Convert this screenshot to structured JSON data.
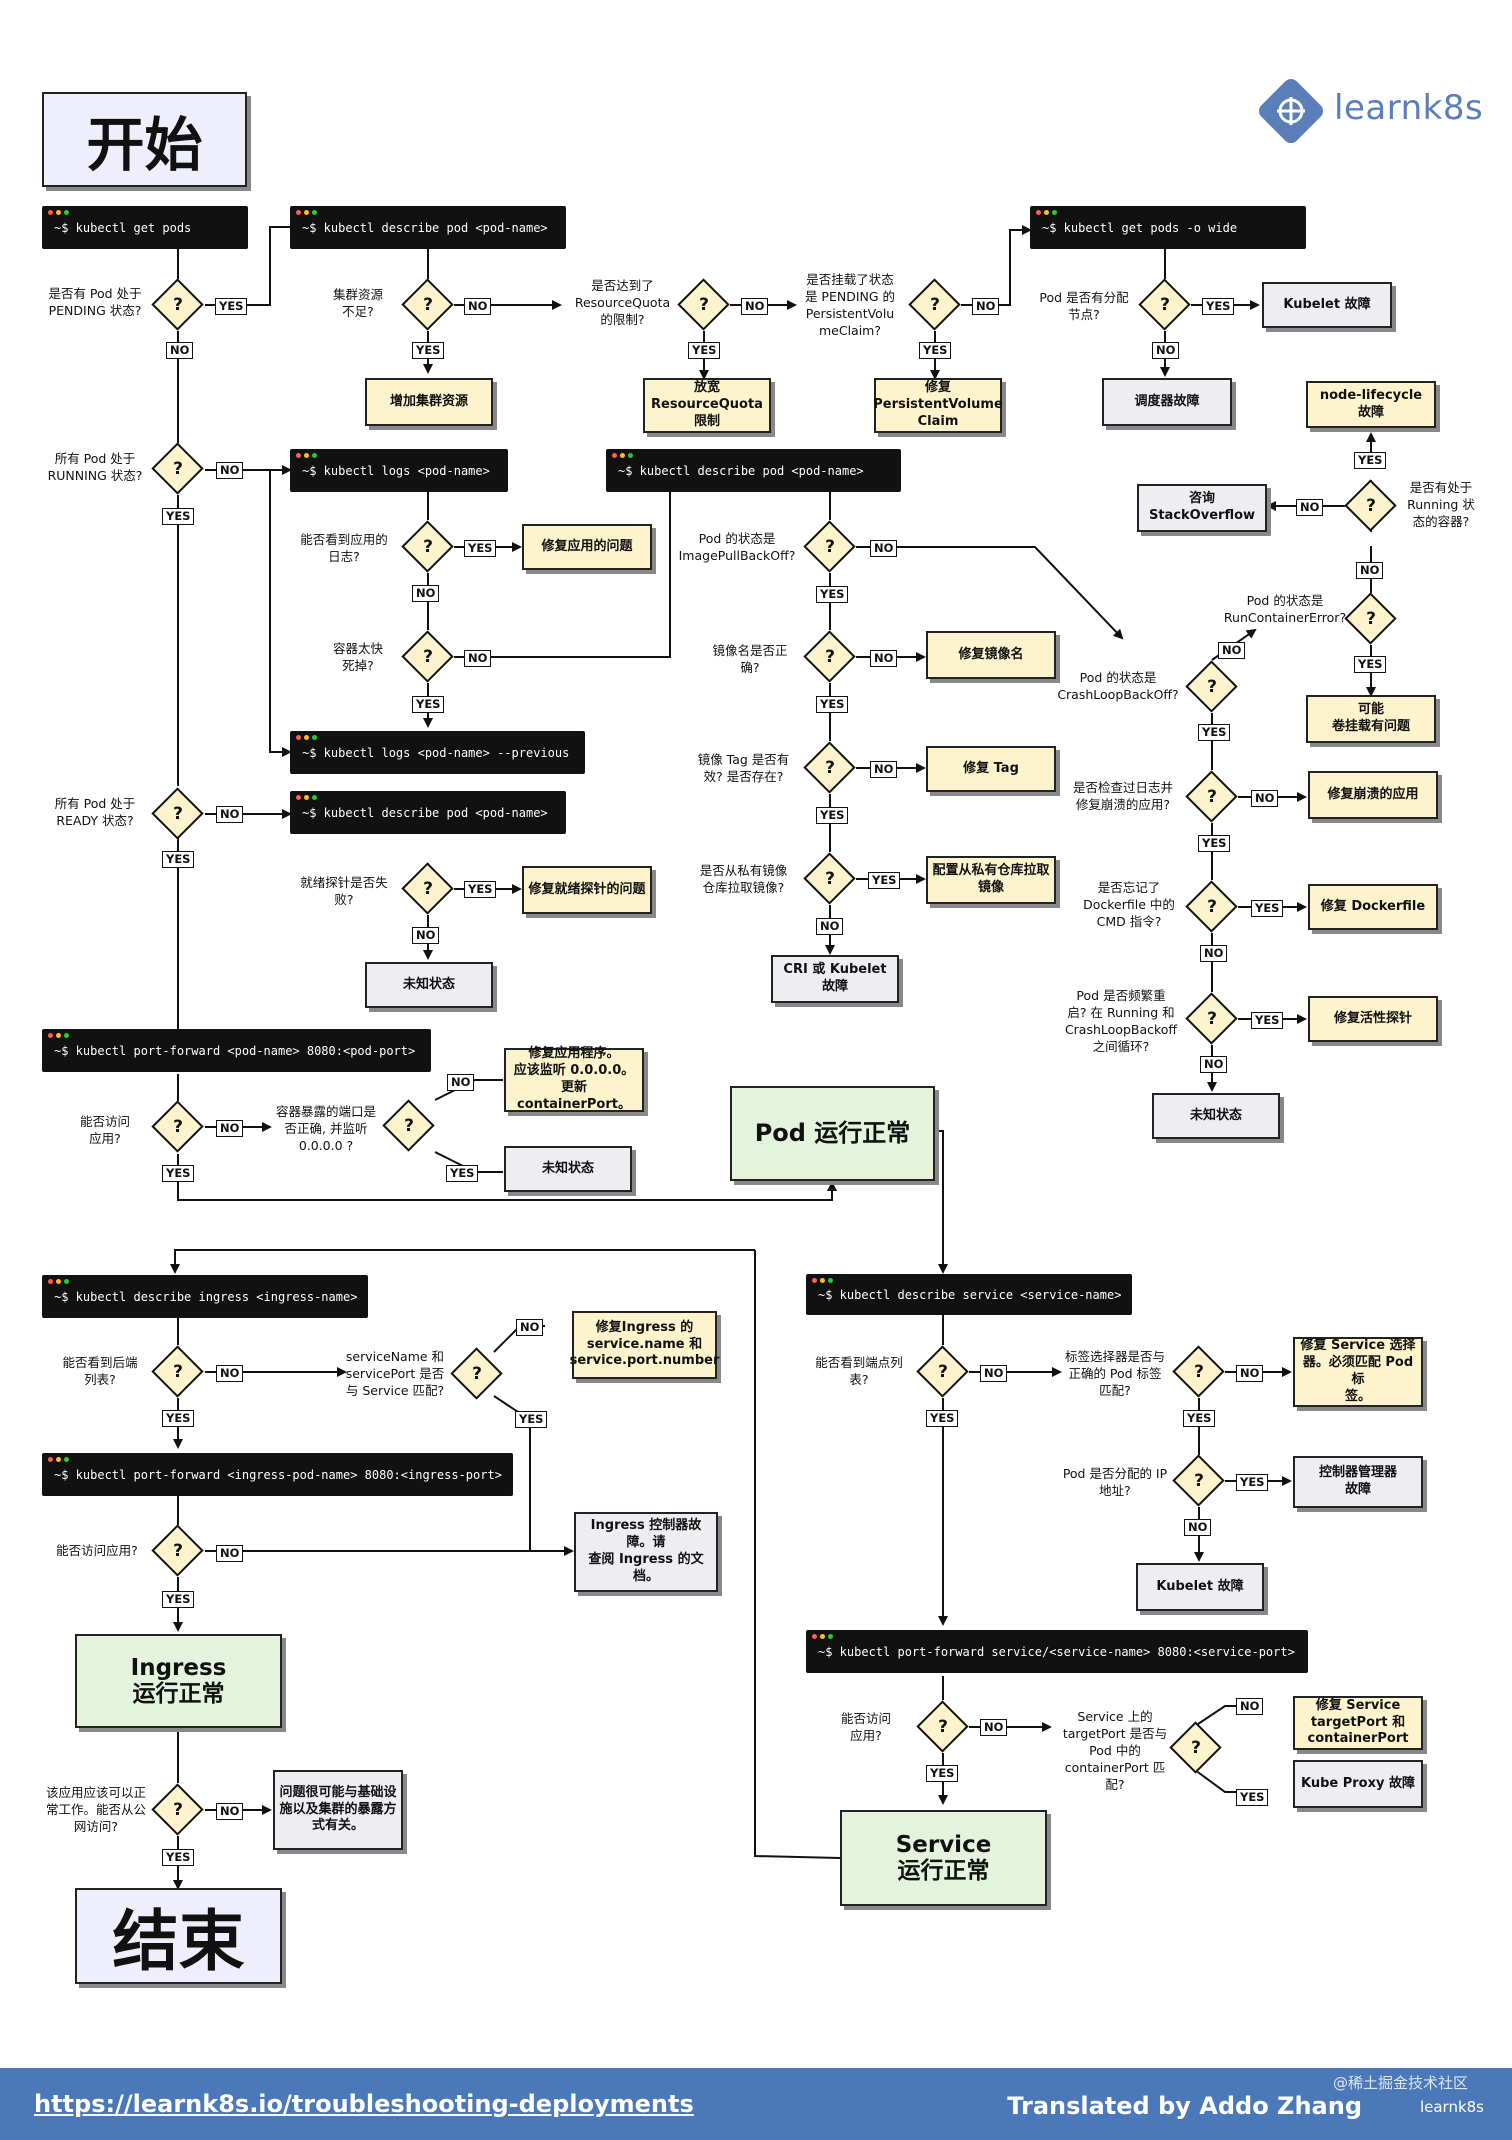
{
  "logo": {
    "text": "learnk8s",
    "icon": "learnk8s-diamond-icon",
    "color": "#5a7fb8"
  },
  "colors": {
    "fix": "#fdf4cd",
    "failure": "#eeeef2",
    "healthy": "#e4f3dc",
    "terminal": "#111111",
    "start_end": "#eeeefc",
    "footer": "#4b78b8"
  },
  "start": "开始",
  "end": "结束",
  "yes": "YES",
  "no": "NO",
  "cmd": {
    "get_pods": "~$ kubectl get pods",
    "describe_pod": "~$ kubectl describe pod <pod-name>",
    "get_pods_wide": "~$ kubectl get pods -o wide",
    "logs": "~$ kubectl logs <pod-name>",
    "logs_previous": "~$ kubectl logs <pod-name> --previous",
    "port_forward_pod": "~$ kubectl port-forward <pod-name> 8080:<pod-port>",
    "describe_ingress": "~$ kubectl describe ingress <ingress-name>",
    "port_forward_ingress": "~$ kubectl port-forward <ingress-pod-name> 8080:<ingress-port>",
    "describe_service": "~$ kubectl describe service <service-name>",
    "port_forward_service": "~$ kubectl port-forward service/<service-name> 8080:<service-port>"
  },
  "q": {
    "pending": "是否有 Pod 处于\nPENDING 状态?",
    "cluster_resources": "集群资源\n不足?",
    "quota": "是否达到了\nResourceQuota\n的限制?",
    "pvc_pending": "是否挂载了状态\n是 PENDING 的\nPersistentVolu\nmeClaim?",
    "node_assigned": "Pod 是否有分配\n节点?",
    "running": "所有 Pod 处于\nRUNNING 状态?",
    "see_logs": "能否看到应用的\n日志?",
    "dies_fast": "容器太快\n死掉?",
    "imagepull": "Pod 的状态是\nImagePullBackOff?",
    "image_name": "镜像名是否正\n确?",
    "image_tag": "镜像 Tag 是否有\n效? 是否存在?",
    "private_registry": "是否从私有镜像\n仓库拉取镜像?",
    "running_containers": "是否有处于\nRunning 状\n态的容器?",
    "runcontainererror": "Pod 的状态是\nRunContainerError?",
    "crashloop": "Pod 的状态是\nCrashLoopBackOff?",
    "fixed_app": "是否检查过日志并\n修复崩溃的应用?",
    "forgot_cmd": "是否忘记了\nDockerfile 中的\nCMD 指令?",
    "restart_loop": "Pod 是否频繁重\n启? 在 Running 和\nCrashLoopBackoff\n之间循环?",
    "ready": "所有 Pod 处于\nREADY 状态?",
    "readiness": "就绪探针是否失\n败?",
    "access_app": "能否访问\n应用?",
    "port_exposed": "容器暴露的端口是\n否正确, 并监听\n0.0.0.0 ?",
    "backend_list": "能否看到后端\n列表?",
    "servicename": "serviceName 和\nservicePort 是否\n与 Service 匹配?",
    "access_app_ingress": "能否访问应用?",
    "public_access": "该应用应该可以正\n常工作。能否从公\n网访问?",
    "endpoints": "能否看到端点列\n表?",
    "selector": "标签选择器是否与\n正确的 Pod 标签\n匹配?",
    "pod_ip": "Pod 是否分配的 IP\n地址?",
    "access_app_service": "能否访问\n应用?",
    "target_port": "Service 上的\ntargetPort 是否与\nPod 中的\ncontainerPort 匹\n配?"
  },
  "fix": {
    "add_resources": "增加集群资源",
    "relax_quota": "放宽\nResourceQuota\n限制",
    "fix_pvc": "修复\nPersistentVolume\nClaim",
    "fix_app": "修复应用的问题",
    "fix_image_name": "修复镜像名",
    "fix_tag": "修复 Tag",
    "configure_pull": "配置从私有仓库拉取\n镜像",
    "node_lifecycle": "node-lifecycle 故障",
    "volume_issue": "可能\n卷挂载有问题",
    "fix_crashed_app": "修复崩溃的应用",
    "fix_dockerfile": "修复 Dockerfile",
    "fix_liveness": "修复活性探针",
    "fix_readiness": "修复就绪探针的问题",
    "fix_app_listen": "修复应用程序。\n应该监听 0.0.0.0。\n更新 containerPort。",
    "fix_ingress": "修复Ingress 的\nservice.name 和\nservice.port.number",
    "fix_selector": "修复 Service 选择\n器。必须匹配 Pod 标\n签。",
    "fix_targetport": "修复 Service\ntargetPort 和\ncontainerPort"
  },
  "fail": {
    "kubelet": "Kubelet 故障",
    "scheduler": "调度器故障",
    "stackoverflow": "咨询\nStackOverflow",
    "cri_kubelet": "CRI 或 Kubelet 故障",
    "unknown": "未知状态",
    "ingress_controller": "Ingress 控制器故障。请\n查阅 Ingress 的文档。",
    "infrastructure": "问题很可能与基础设\n施以及集群的暴露方\n式有关。",
    "controller_manager": "控制器管理器\n故障",
    "kube_proxy": "Kube Proxy 故障"
  },
  "ok": {
    "pod": "Pod 运行正常",
    "ingress": "Ingress\n运行正常",
    "service": "Service\n运行正常"
  },
  "footer": {
    "url": "https://learnk8s.io/troubleshooting-deployments",
    "credit": "Translated by Addo Zhang",
    "brand": "learnk8s",
    "watermark": "@稀土掘金技术社区"
  }
}
